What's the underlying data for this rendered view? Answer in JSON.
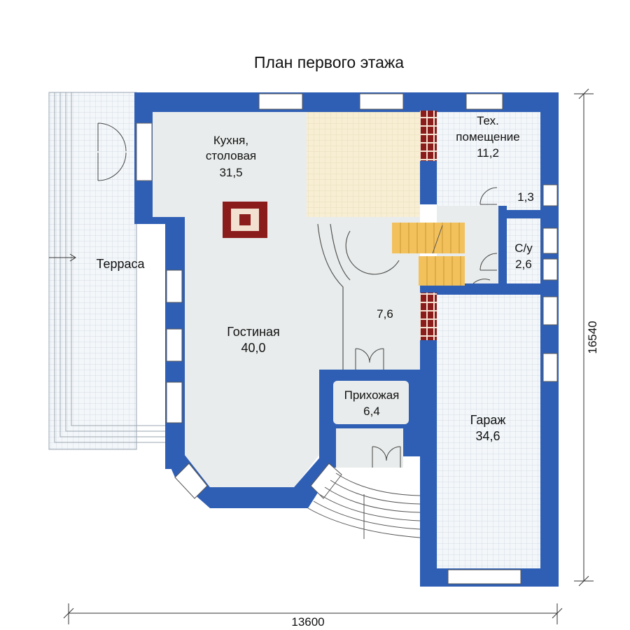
{
  "title": "План первого этажа",
  "rooms": {
    "kitchen": {
      "name_line1": "Кухня,",
      "name_line2": "столовая",
      "area": "31,5"
    },
    "tech": {
      "name_line1": "Тех.",
      "name_line2": "помещение",
      "area": "11,2"
    },
    "small": {
      "area": "1,3"
    },
    "wc": {
      "name": "С/у",
      "area": "2,6"
    },
    "terrace": {
      "name": "Терраса"
    },
    "hall": {
      "area": "7,6"
    },
    "living": {
      "name": "Гостиная",
      "area": "40,0"
    },
    "entry": {
      "name": "Прихожая",
      "area": "6,4"
    },
    "garage": {
      "name": "Гараж",
      "area": "34,6"
    }
  },
  "dimensions": {
    "width": "13600",
    "depth": "16540"
  },
  "colors": {
    "wall": "#2f5fb5",
    "floor": "#e9ecec",
    "tile": "#f3f6fa",
    "wood": "#f6eccf",
    "stairs": "#f3c15c",
    "brick": "#8b1c1c"
  }
}
